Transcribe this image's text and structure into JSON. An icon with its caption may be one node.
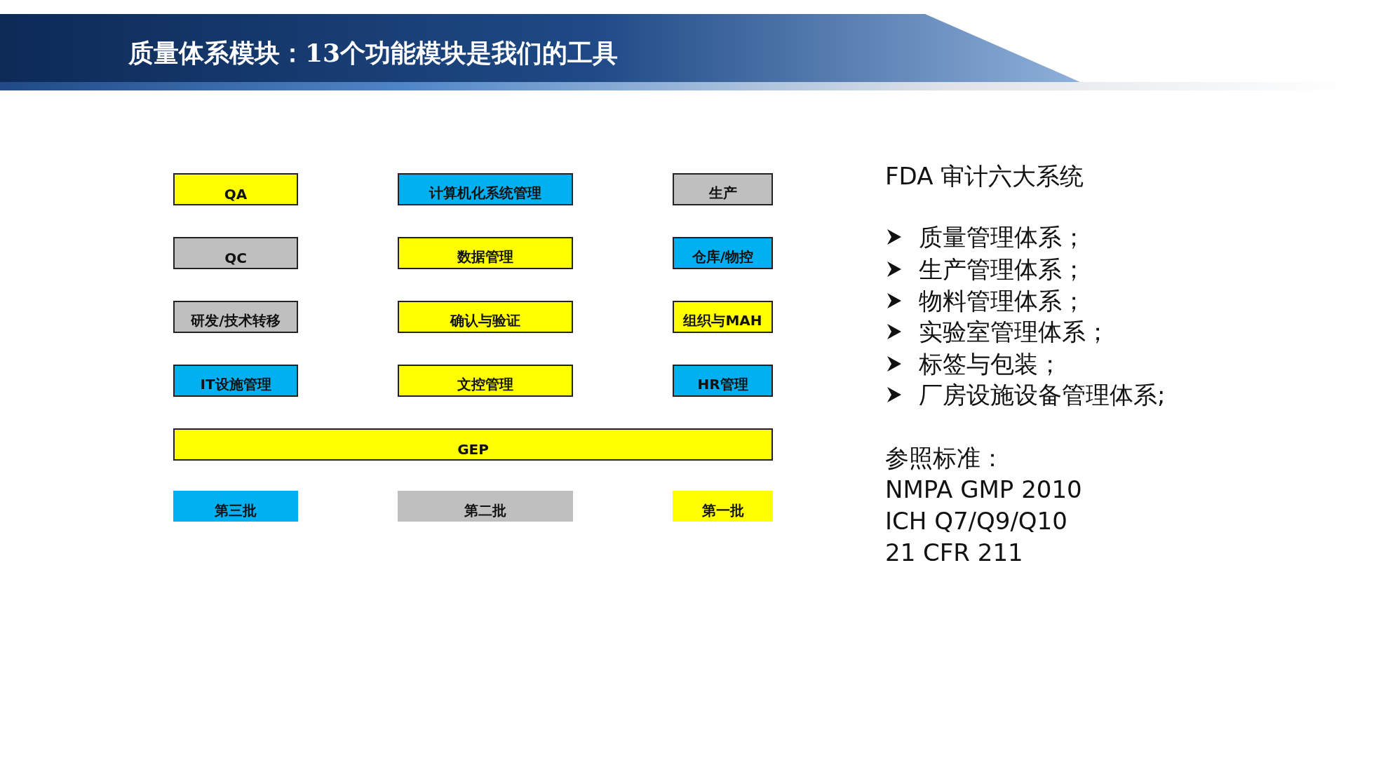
{
  "diagram": {
    "title": "质量体系模块：13个功能模块是我们的工具",
    "nodes": [
      {
        "text": [
          "QA"
        ]
      },
      {
        "text": [
          "计算机化系统管理"
        ]
      },
      {
        "text": [
          "生产"
        ]
      },
      {
        "text": [
          "QC"
        ]
      },
      {
        "text": [
          "数据管理"
        ]
      },
      {
        "text": [
          "仓库/物控"
        ]
      },
      {
        "text": [
          "研发/技术转移"
        ]
      },
      {
        "text": [
          "确认与验证"
        ]
      },
      {
        "text": [
          "组织与MAH"
        ]
      },
      {
        "text": [
          "IT设施管理"
        ]
      },
      {
        "text": [
          "文控管理"
        ]
      },
      {
        "text": [
          "HR管理"
        ]
      },
      {
        "text": [
          "GEP"
        ]
      }
    ],
    "labels": [
      "FDA 审计六大系统",
      "质量管理体系；",
      "生产管理体系；",
      "物料管理体系；",
      "实验室管理体系；",
      "标签与包装；",
      "厂房设施设备管理体系;",
      "参照标准：",
      "NMPA GMP 2010",
      "ICH Q7/Q9/Q10",
      "21 CFR 211"
    ],
    "legend": [
      {
        "text": "第三批",
        "color": "#00b0f0"
      },
      {
        "text": "第二批",
        "color": "#bfbfbf"
      },
      {
        "text": "第一批",
        "color": "#ffff00"
      }
    ]
  }
}
